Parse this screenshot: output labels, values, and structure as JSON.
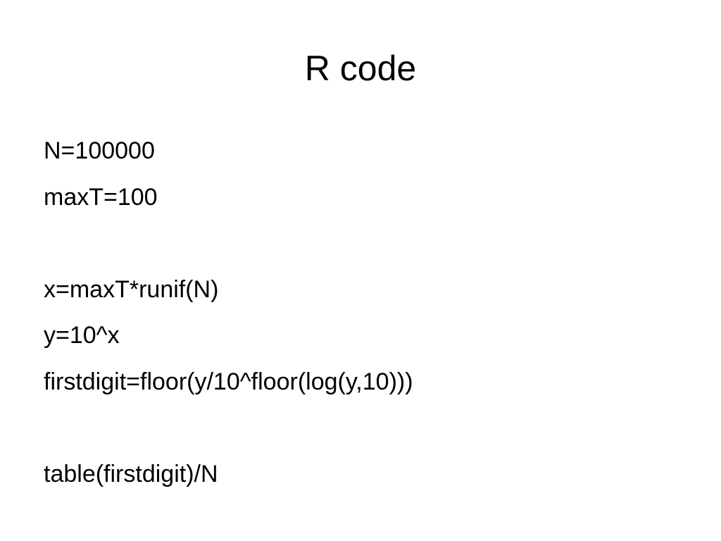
{
  "slide": {
    "title": "R code",
    "lines": [
      "N=100000",
      "maxT=100",
      "",
      "x=maxT*runif(N)",
      "y=10^x",
      "firstdigit=floor(y/10^floor(log(y,10)))",
      "",
      "table(firstdigit)/N"
    ]
  }
}
